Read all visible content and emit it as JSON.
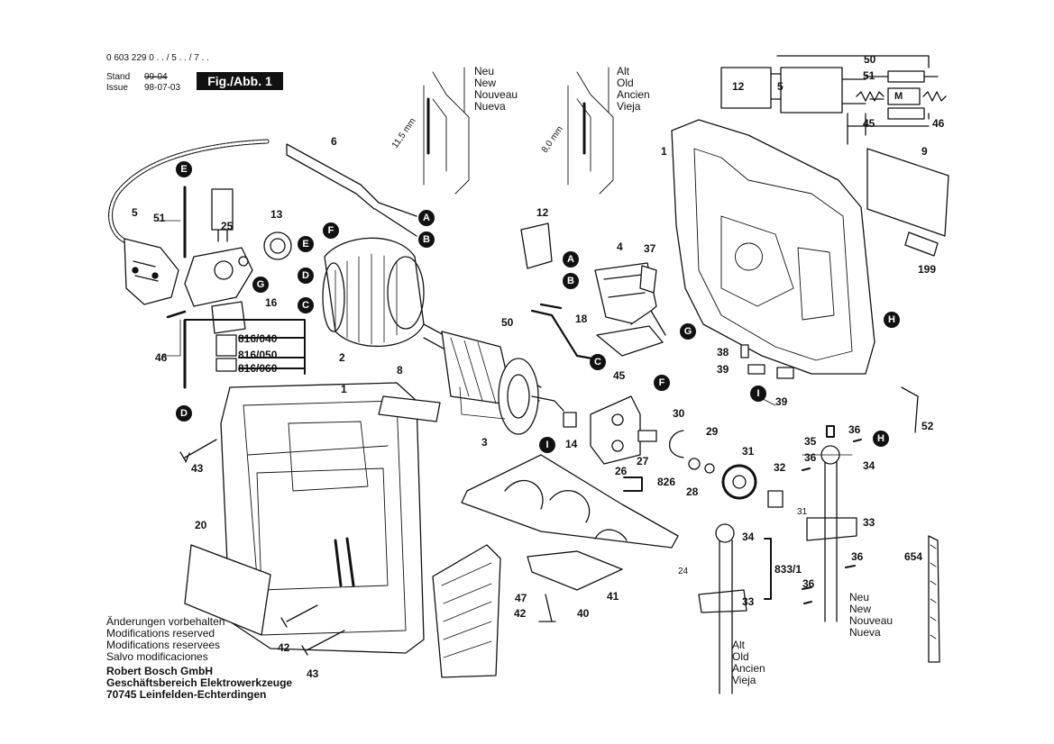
{
  "header": {
    "part_number": "0 603 229 0 . . / 5 . . / 7 . .",
    "stand_label": "Stand",
    "issue_label": "Issue",
    "stand_old_date": "99-04",
    "issue_date": "98-07-03",
    "figure_label": "Fig./Abb. 1"
  },
  "version_labels": {
    "new_top": [
      "Neu",
      "New",
      "Nouveau",
      "Nueva"
    ],
    "old_top": [
      "Alt",
      "Old",
      "Ancien",
      "Vieja"
    ],
    "new_bottom": [
      "Neu",
      "New",
      "Nouveau",
      "Nueva"
    ],
    "old_bottom": [
      "Alt",
      "Old",
      "Ancien",
      "Vieja"
    ],
    "dim_new": "11,5 mm",
    "dim_old": "8,0 mm",
    "dim_31": "31",
    "dim_24": "24"
  },
  "part_numbers": {
    "p1a": "1",
    "p1b": "1",
    "p2": "2",
    "p3": "3",
    "p4": "4",
    "p5": "5",
    "p6": "6",
    "p8": "8",
    "p9": "9",
    "p12a": "12",
    "p12b": "12",
    "p13": "13",
    "p14": "14",
    "p16": "16",
    "p18": "18",
    "p20": "20",
    "p25": "25",
    "p26": "26",
    "p27": "27",
    "p28": "28",
    "p29": "29",
    "p30": "30",
    "p31": "31",
    "p32": "32",
    "p33a": "33",
    "p33b": "33",
    "p34a": "34",
    "p34b": "34",
    "p35": "35",
    "p36a": "36",
    "p36b": "36",
    "p36c": "36",
    "p36d": "36",
    "p37": "37",
    "p38": "38",
    "p39a": "39",
    "p39b": "39",
    "p40": "40",
    "p41": "41",
    "p42a": "42",
    "p42b": "42",
    "p43a": "43",
    "p43b": "43",
    "p45a": "45",
    "p45b": "45",
    "p46a": "46",
    "p46b": "46",
    "p47": "47",
    "p50a": "50",
    "p50b": "50",
    "p51a": "51",
    "p51b": "51",
    "p52": "52",
    "p199": "199",
    "p654": "654",
    "p826": "826",
    "p833": "833/1",
    "p5b": "5",
    "s816_040": "816/040",
    "s816_050": "816/050",
    "s816_060": "816/060"
  },
  "connection_markers": {
    "A1": "A",
    "A2": "A",
    "B1": "B",
    "B2": "B",
    "C1": "C",
    "C2": "C",
    "D1": "D",
    "D2": "D",
    "E1": "E",
    "E2": "E",
    "F1": "F",
    "F2": "F",
    "G1": "G",
    "G2": "G",
    "H1": "H",
    "H2": "H",
    "I1": "I",
    "I2": "I"
  },
  "wiring": {
    "motor_label": "M"
  },
  "footer": {
    "notice_de": "Änderungen vorbehalten",
    "notice_en": "Modifications reserved",
    "notice_fr": "Modifications reservees",
    "notice_es": "Salvo modificaciones",
    "company": "Robert Bosch GmbH",
    "division": "Geschäftsbereich Elektrowerkzeuge",
    "address": "70745 Leinfelden-Echterdingen"
  },
  "colors": {
    "ink": "#111111",
    "paper": "#ffffff",
    "badge": "#111111"
  }
}
